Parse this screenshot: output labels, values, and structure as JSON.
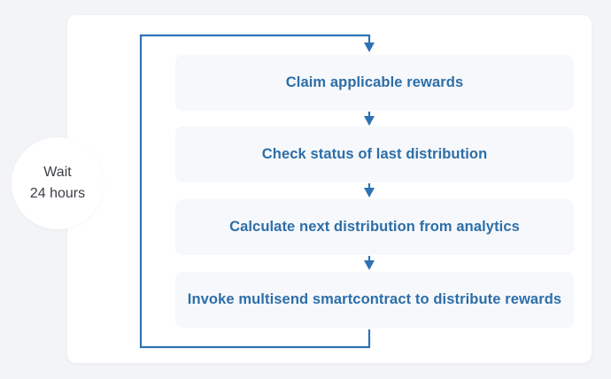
{
  "wait": {
    "line1": "Wait",
    "line2": "24 hours"
  },
  "steps": [
    {
      "label": "Claim applicable rewards"
    },
    {
      "label": "Check status of last distribution"
    },
    {
      "label": "Calculate next distribution from analytics"
    },
    {
      "label": "Invoke multisend smartcontract to distribute rewards"
    }
  ],
  "colors": {
    "accent": "#2f72b3",
    "text": "#2d6ea8",
    "panel": "#ffffff",
    "step_bg": "#f6f8fb",
    "page_bg": "#f3f4f7"
  }
}
